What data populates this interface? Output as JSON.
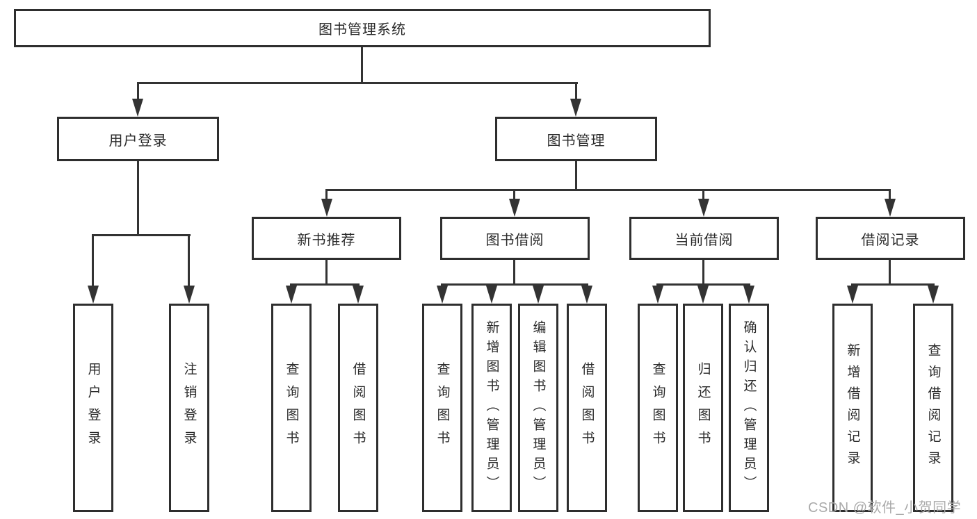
{
  "colors": {
    "background": "#ffffff",
    "box_border": "#2e2e2e",
    "line": "#333333",
    "text": "#2a2a2a",
    "watermark": "#aaaaaa"
  },
  "tree": {
    "label": "图书管理系统",
    "children": [
      {
        "label": "用户登录",
        "children": [
          {
            "label": "用户登录"
          },
          {
            "label": "注销登录"
          }
        ]
      },
      {
        "label": "图书管理",
        "children": [
          {
            "label": "新书推荐",
            "children": [
              {
                "label": "查询图书"
              },
              {
                "label": "借阅图书"
              }
            ]
          },
          {
            "label": "图书借阅",
            "children": [
              {
                "label": "查询图书"
              },
              {
                "label": "新增图书（管理员）"
              },
              {
                "label": "编辑图书（管理员）"
              },
              {
                "label": "借阅图书"
              }
            ]
          },
          {
            "label": "当前借阅",
            "children": [
              {
                "label": "查询图书"
              },
              {
                "label": "归还图书"
              },
              {
                "label": "确认归还（管理员）"
              }
            ]
          },
          {
            "label": "借阅记录",
            "children": [
              {
                "label": "新增借阅记录"
              },
              {
                "label": "查询借阅记录"
              }
            ]
          }
        ]
      }
    ]
  },
  "watermark": {
    "text": "CSDN @软件_小贺同学"
  }
}
